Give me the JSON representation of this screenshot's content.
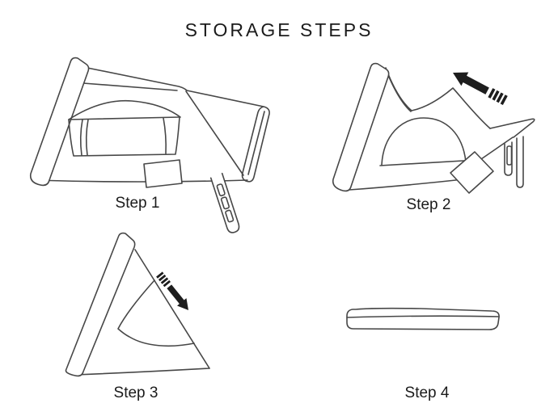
{
  "title": "STORAGE STEPS",
  "colors": {
    "background": "#ffffff",
    "line": "#474747",
    "text": "#1b1b1b",
    "arrow": "#1d1d1d"
  },
  "steps": [
    {
      "label": "Step 1",
      "scene": "roof-tent-fully-open-window-bag-ladder-extended"
    },
    {
      "label": "Step 2",
      "scene": "roof-tent-collapsing-fabric-folding-ladder-folded",
      "arrow_direction": "up-left"
    },
    {
      "label": "Step 3",
      "scene": "roof-tent-shell-nearly-closed-fabric-tucked",
      "arrow_direction": "down-right"
    },
    {
      "label": "Step 4",
      "scene": "roof-tent-closed-flat-case"
    }
  ]
}
